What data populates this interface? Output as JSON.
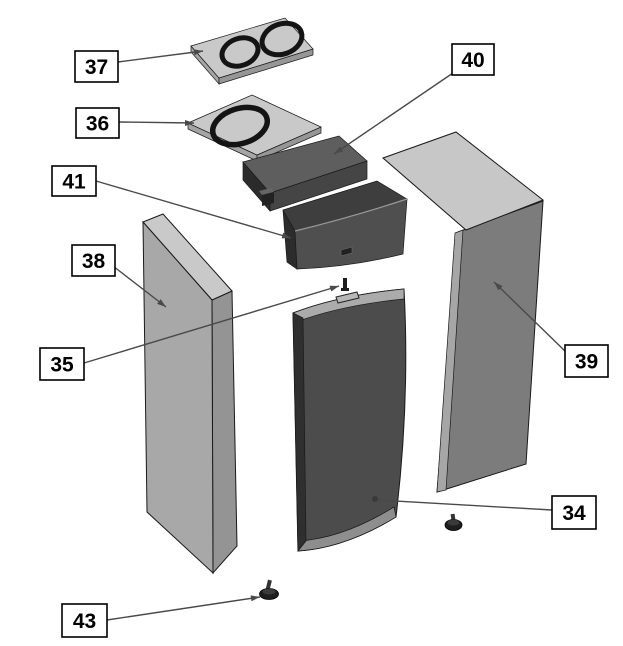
{
  "figure": {
    "type": "exploded-parts-diagram",
    "background": "#ffffff",
    "labels": [
      {
        "number": "37",
        "part": "top-port-plate"
      },
      {
        "number": "36",
        "part": "port-plate"
      },
      {
        "number": "41",
        "part": "inner-box"
      },
      {
        "number": "38",
        "part": "left-side-panel"
      },
      {
        "number": "35",
        "part": "top-pin"
      },
      {
        "number": "40",
        "part": "top-cover"
      },
      {
        "number": "39",
        "part": "right-side-panel"
      },
      {
        "number": "34",
        "part": "front-panel"
      },
      {
        "number": "43",
        "part": "adjustable-foot"
      }
    ],
    "colors": {
      "plate": "#c9c9c9",
      "plate_edge": "#a5a5a5",
      "plate_edge_dark": "#969696",
      "ring": "#141414",
      "cover_top": "#5e5e5e",
      "cover_front": "#454545",
      "cover_end": "#2b2b2b",
      "box_top": "#3e3e3e",
      "box_front": "#4f4f4f",
      "box_side": "#2c2c2c",
      "box_edge_highlight": "#9a9a9a",
      "left_panel_face": "#a8a8a8",
      "left_panel_top": "#c9c9c9",
      "left_panel_side": "#949494",
      "right_panel_top": "#c7c7c7",
      "right_panel_face": "#7c7c7c",
      "right_panel_edge": "#a6a6a6",
      "door_face": "#4c4c4c",
      "door_top_band": "#ababab",
      "door_bottom_band": "#8e8e8e",
      "door_side": "#2f2f2f",
      "slot_fill": "#b8b8b8",
      "hardware": "#1e1e1e",
      "hardware_highlight": "#3a3a3a",
      "leader_line": "#4a4a4a"
    }
  }
}
